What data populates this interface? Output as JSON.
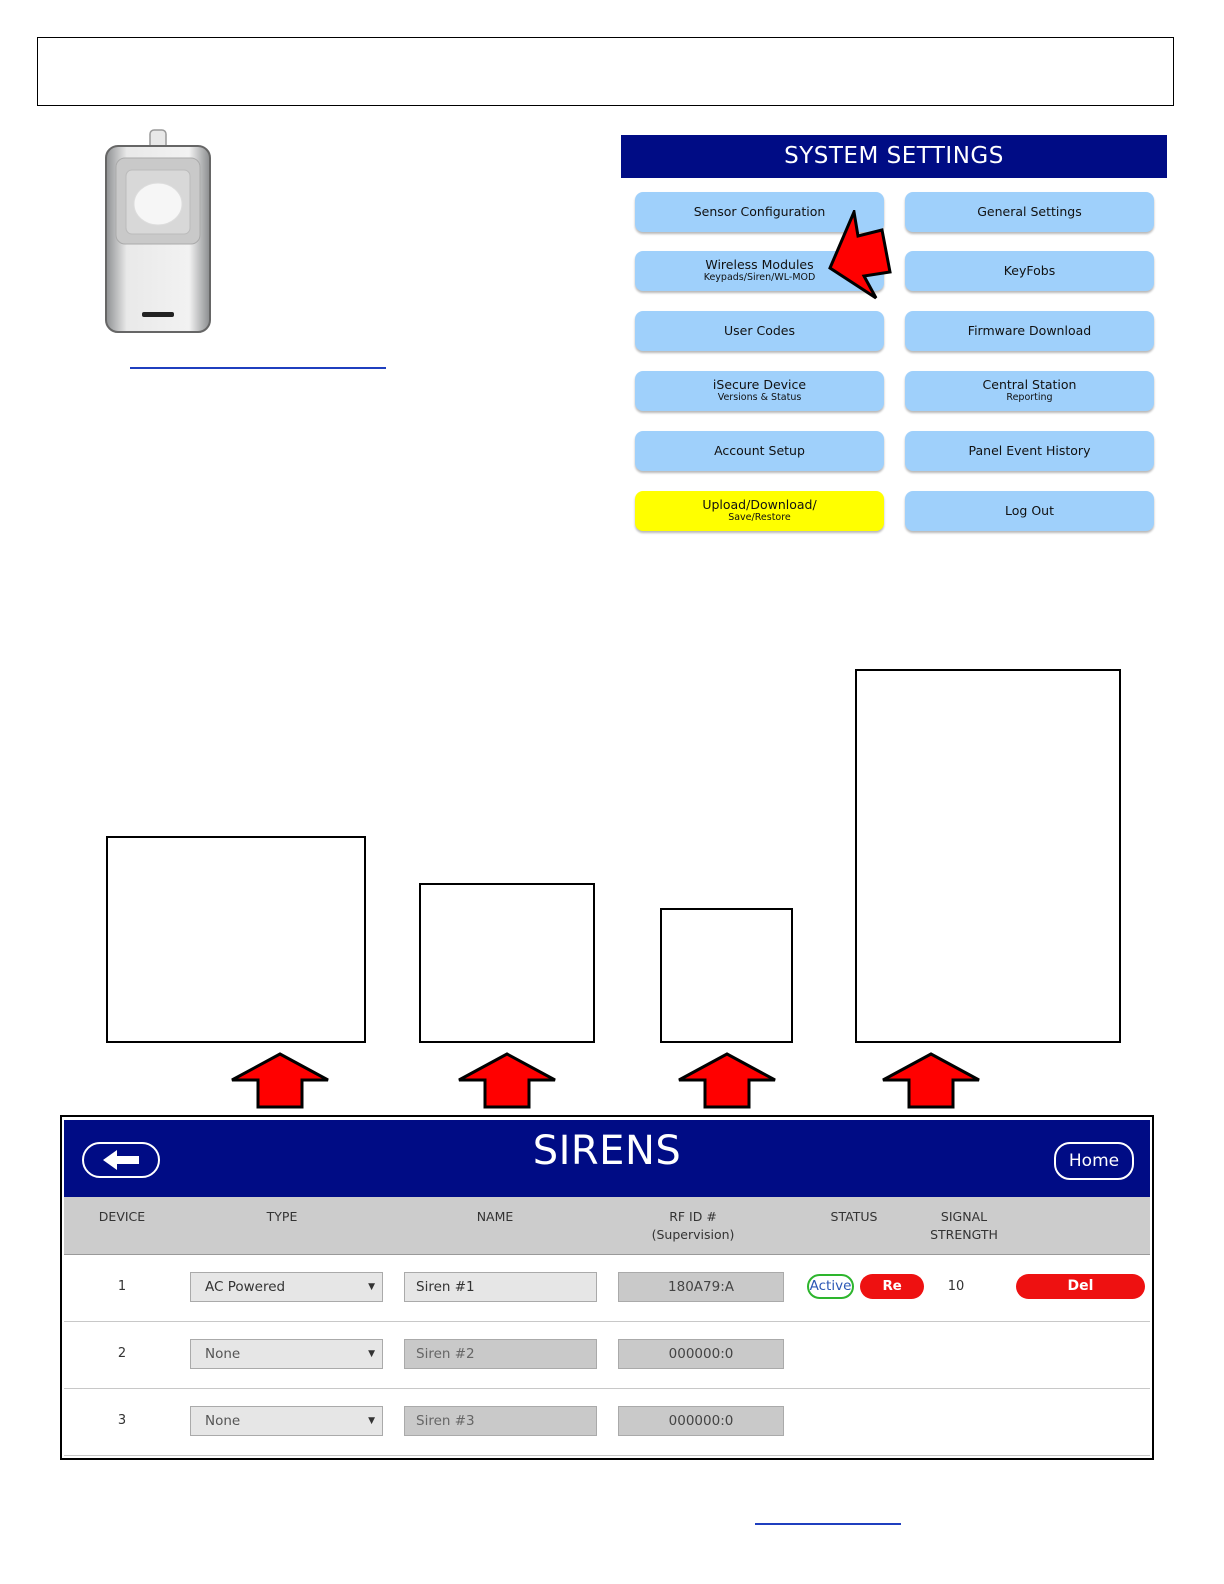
{
  "system_settings": {
    "title": "SYSTEM SETTINGS",
    "buttons": [
      {
        "label": "Sensor Configuration",
        "sub": ""
      },
      {
        "label": "General Settings",
        "sub": ""
      },
      {
        "label": "Wireless Modules",
        "sub": "Keypads/Siren/WL-MOD"
      },
      {
        "label": "KeyFobs",
        "sub": ""
      },
      {
        "label": "User Codes",
        "sub": ""
      },
      {
        "label": "Firmware Download",
        "sub": ""
      },
      {
        "label": "iSecure Device",
        "sub": "Versions & Status"
      },
      {
        "label": "Central Station",
        "sub": "Reporting"
      },
      {
        "label": "Account Setup",
        "sub": ""
      },
      {
        "label": "Panel Event History",
        "sub": ""
      },
      {
        "label": "Upload/Download/",
        "sub": "Save/Restore"
      },
      {
        "label": "Log Out",
        "sub": ""
      }
    ],
    "highlight_color": "#ffff00",
    "button_color": "#9fd0fb",
    "header_color": "#000c85"
  },
  "sirens": {
    "title": "SIRENS",
    "home_label": "Home",
    "columns": {
      "device": "DEVICE",
      "type": "TYPE",
      "name": "NAME",
      "rfid_line1": "RF ID #",
      "rfid_line2": "(Supervision)",
      "status": "STATUS",
      "signal_line1": "SIGNAL",
      "signal_line2": "STRENGTH"
    },
    "rows": [
      {
        "device": "1",
        "type": "AC Powered",
        "name": "Siren #1",
        "rfid": "180A79:A",
        "status": "Active",
        "relearn": "Re Learn",
        "signal": "10",
        "del": "Del"
      },
      {
        "device": "2",
        "type": "None",
        "name": "Siren #2",
        "rfid": "000000:0"
      },
      {
        "device": "3",
        "type": "None",
        "name": "Siren #3",
        "rfid": "000000:0"
      }
    ],
    "active_color": "#2db52d",
    "alert_color": "#ee1111"
  },
  "icons": {
    "back": "back-arrow-icon",
    "dropdown": "caret-down-icon",
    "pointer": "red-arrow-icon"
  }
}
